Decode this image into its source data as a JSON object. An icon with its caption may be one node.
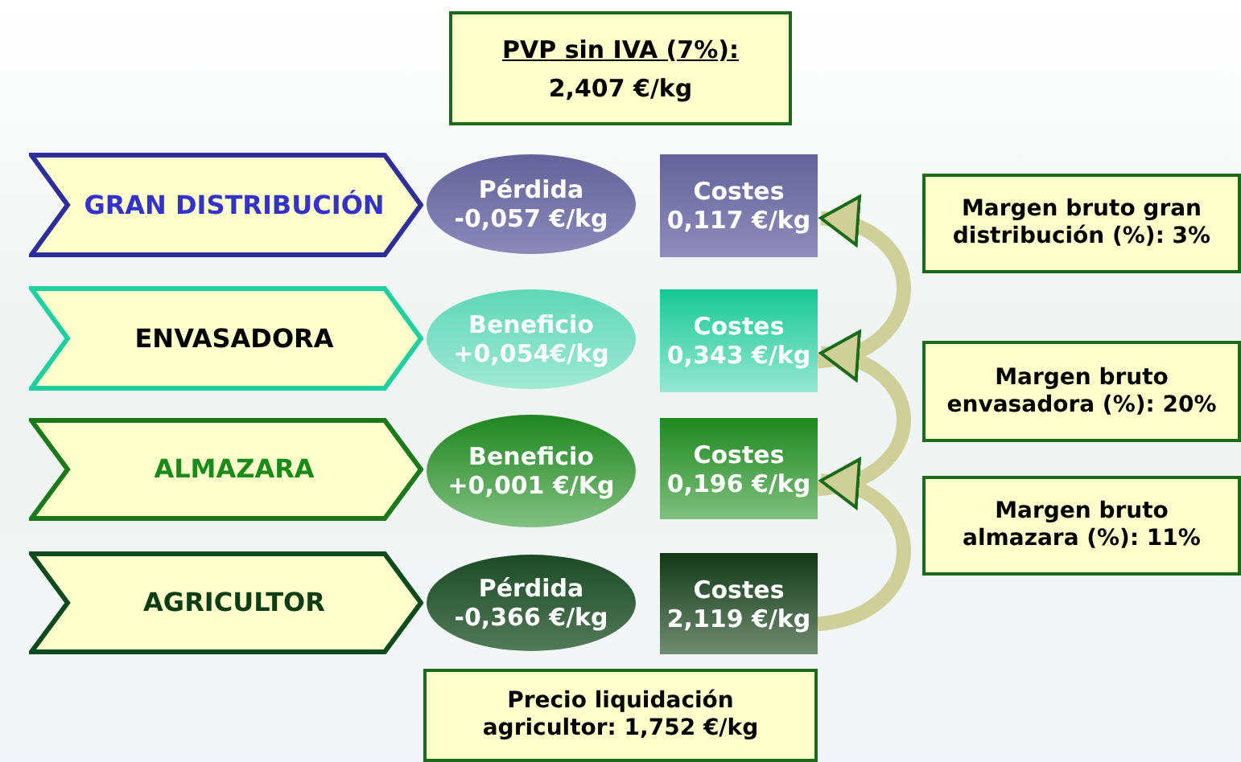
{
  "diagram": {
    "nodes": [
      {
        "text": [
          "PVP sin IVA (7%):",
          "2,407 €/kg"
        ]
      },
      {
        "text": [
          "GRAN DISTRIBUCIÓN"
        ]
      },
      {
        "text": [
          "Pérdida",
          "-0,057 €/kg"
        ]
      },
      {
        "text": [
          "Costes",
          "0,117 €/kg"
        ]
      },
      {
        "text": [
          "Margen bruto gran distribución (%): 3%"
        ]
      },
      {
        "text": [
          "ENVASADORA"
        ]
      },
      {
        "text": [
          "Beneficio",
          "+0,054€/kg"
        ]
      },
      {
        "text": [
          "Costes",
          "0,343 €/kg"
        ]
      },
      {
        "text": [
          "Margen bruto envasadora (%): 20%"
        ]
      },
      {
        "text": [
          "ALMAZARA"
        ]
      },
      {
        "text": [
          "Beneficio",
          "+0,001 €/Kg"
        ]
      },
      {
        "text": [
          "Costes",
          "0,196 €/kg"
        ]
      },
      {
        "text": [
          "Margen bruto almazara (%): 11%"
        ]
      },
      {
        "text": [
          "AGRICULTOR"
        ]
      },
      {
        "text": [
          "Pérdida",
          "-0,366 €/kg"
        ]
      },
      {
        "text": [
          "Costes",
          "2,119 €/kg"
        ]
      },
      {
        "text": [
          "Precio liquidación agricultor: 1,752 €/kg"
        ]
      }
    ],
    "edges": [
      {
        "from": 7,
        "to": 3,
        "arrow": "to"
      },
      {
        "from": 11,
        "to": 7,
        "arrow": "to"
      },
      {
        "from": 15,
        "to": 11,
        "arrow": "to"
      }
    ]
  }
}
